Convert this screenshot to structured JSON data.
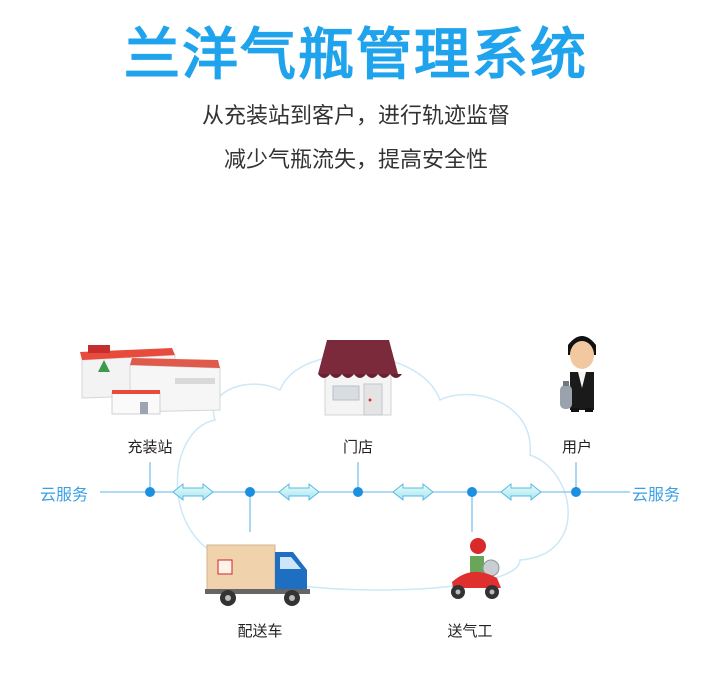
{
  "title": "兰洋气瓶管理系统",
  "subtitle1": "从充装站到客户，进行轨迹监督",
  "subtitle2": "减少气瓶流失，提高安全性",
  "nodes": {
    "station": "充装站",
    "store": "门店",
    "user": "用户",
    "truck": "配送车",
    "courier": "送气工"
  },
  "cloud_label": "云服务",
  "colors": {
    "accent": "#1fa3ec",
    "line": "#7cc4ef",
    "dot": "#1c8fe0"
  }
}
